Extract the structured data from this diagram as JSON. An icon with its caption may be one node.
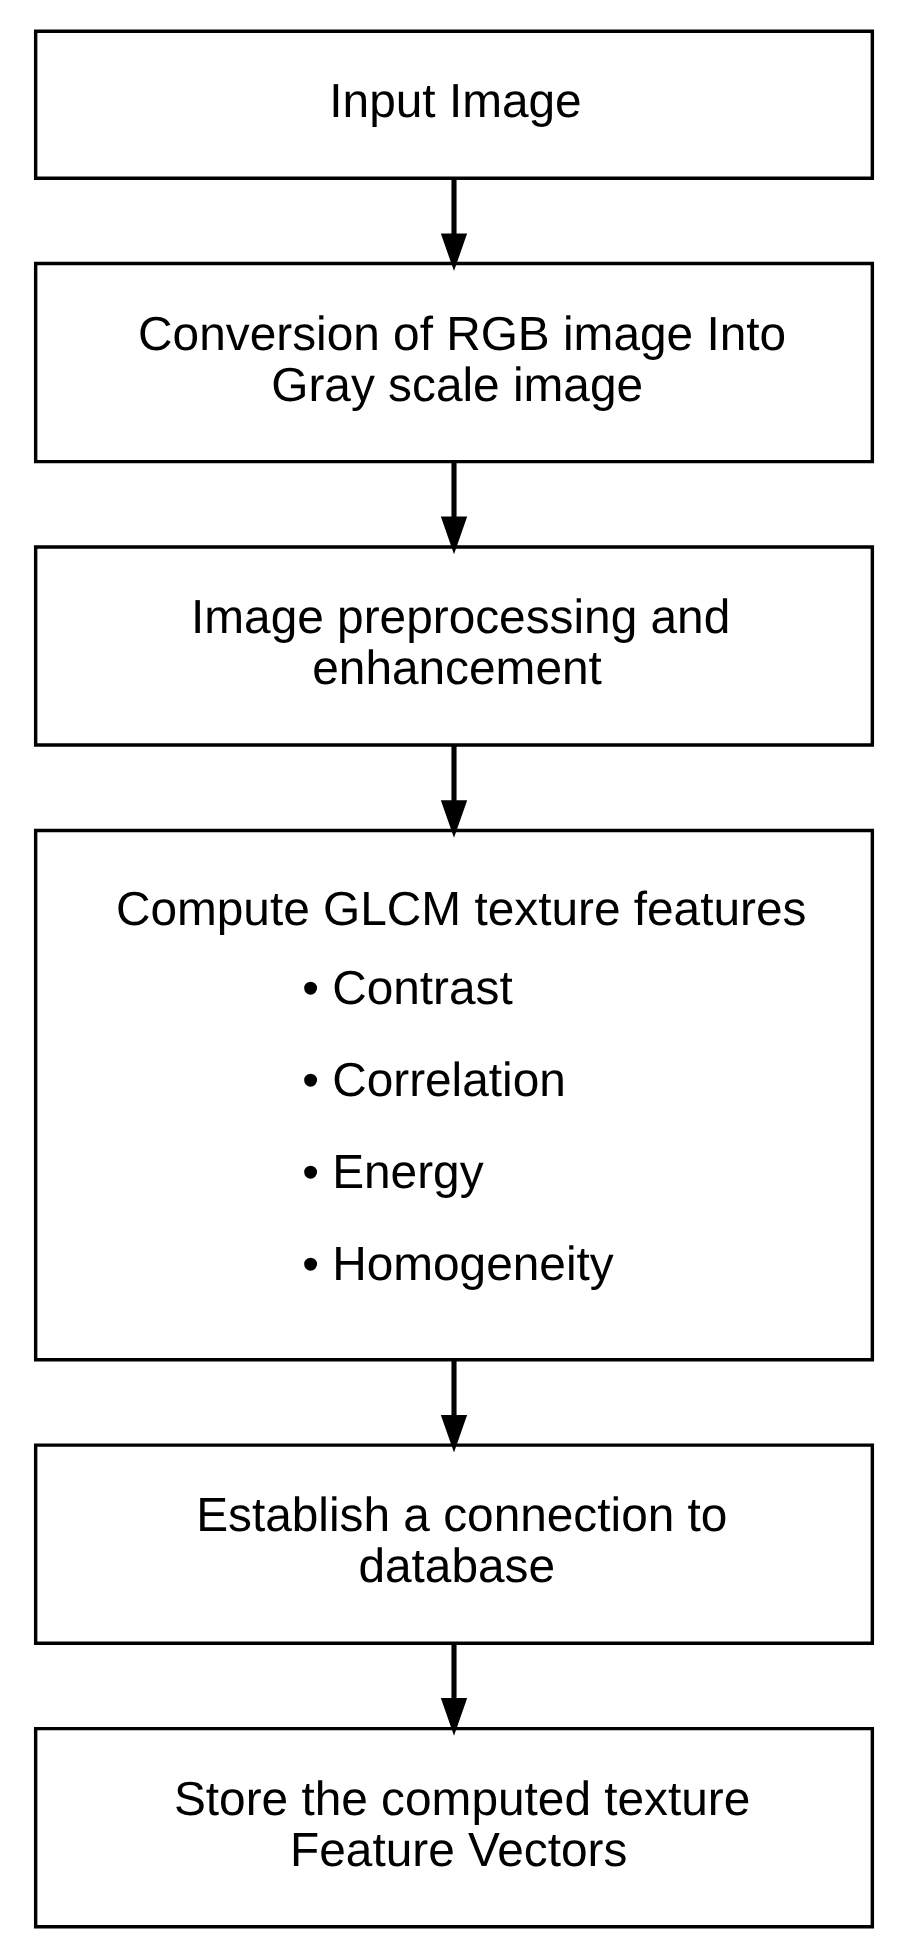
{
  "diagram": {
    "nodes": [
      {
        "text": [
          "Input Image"
        ]
      },
      {
        "text": [
          "Conversion of RGB image Into Gray scale image"
        ]
      },
      {
        "text": [
          "Image preprocessing and enhancement"
        ]
      },
      {
        "text": [
          "Compute GLCM texture features",
          "• Contrast",
          "• Correlation",
          "• Energy",
          "• Homogeneity"
        ]
      },
      {
        "text": [
          "Establish a connection to database"
        ]
      },
      {
        "text": [
          "Store the computed texture Feature Vectors"
        ]
      }
    ],
    "edges": [
      {
        "from": 0,
        "to": 1,
        "arrow": "to"
      },
      {
        "from": 1,
        "to": 2,
        "arrow": "to"
      },
      {
        "from": 2,
        "to": 3,
        "arrow": "to"
      },
      {
        "from": 3,
        "to": 4,
        "arrow": "to"
      },
      {
        "from": 4,
        "to": 5,
        "arrow": "to"
      }
    ]
  }
}
